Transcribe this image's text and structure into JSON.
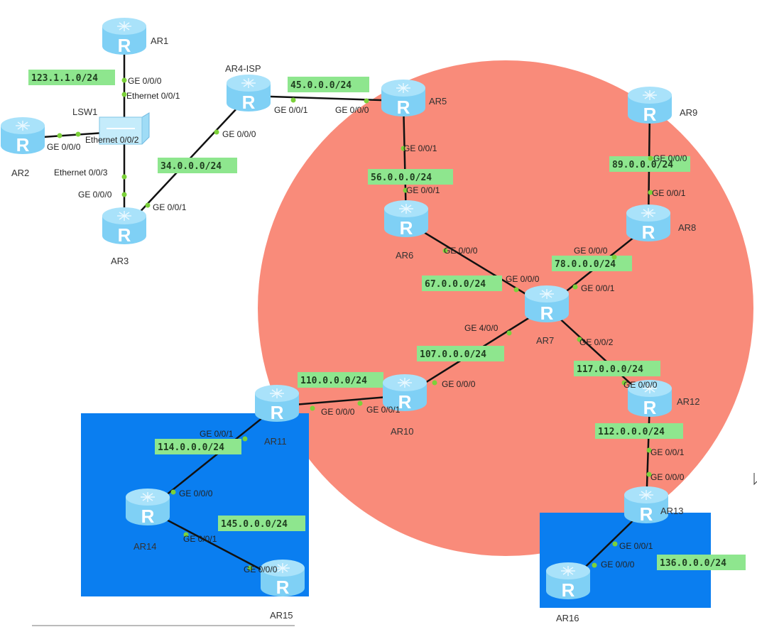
{
  "colors": {
    "zone_circle": "#f98b7a",
    "zone_box": "#0a7ef0",
    "link": "#111111",
    "port_dot": "#7cd13a",
    "network_label_bg": "#8ee68e",
    "router_body": "#7fd0f5"
  },
  "nodes": [
    {
      "id": "AR1",
      "label": "AR1",
      "type": "router"
    },
    {
      "id": "AR2",
      "label": "AR2",
      "type": "router"
    },
    {
      "id": "LSW1",
      "label": "LSW1",
      "type": "switch"
    },
    {
      "id": "AR3",
      "label": "AR3",
      "type": "router"
    },
    {
      "id": "AR4",
      "label": "AR4-ISP",
      "type": "router"
    },
    {
      "id": "AR5",
      "label": "AR5",
      "type": "router"
    },
    {
      "id": "AR6",
      "label": "AR6",
      "type": "router"
    },
    {
      "id": "AR7",
      "label": "AR7",
      "type": "router"
    },
    {
      "id": "AR8",
      "label": "AR8",
      "type": "router"
    },
    {
      "id": "AR9",
      "label": "AR9",
      "type": "router"
    },
    {
      "id": "AR10",
      "label": "AR10",
      "type": "router"
    },
    {
      "id": "AR11",
      "label": "AR11",
      "type": "router"
    },
    {
      "id": "AR12",
      "label": "AR12",
      "type": "router"
    },
    {
      "id": "AR13",
      "label": "AR13",
      "type": "router"
    },
    {
      "id": "AR14",
      "label": "AR14",
      "type": "router"
    },
    {
      "id": "AR15",
      "label": "AR15",
      "type": "router"
    },
    {
      "id": "AR16",
      "label": "AR16",
      "type": "router"
    }
  ],
  "links": [
    {
      "from": "AR1",
      "to": "LSW1",
      "ports": [
        "GE 0/0/0",
        "Ethernet 0/0/1"
      ],
      "network": "123.1.1.0/24"
    },
    {
      "from": "AR2",
      "to": "LSW1",
      "ports": [
        "GE 0/0/0",
        "Ethernet 0/0/2"
      ],
      "network": ""
    },
    {
      "from": "LSW1",
      "to": "AR3",
      "ports": [
        "Ethernet 0/0/3",
        "GE 0/0/0"
      ],
      "network": ""
    },
    {
      "from": "AR3",
      "to": "AR4",
      "ports": [
        "GE 0/0/1",
        "GE 0/0/0"
      ],
      "network": "34.0.0.0/24"
    },
    {
      "from": "AR4",
      "to": "AR5",
      "ports": [
        "GE 0/0/1",
        "GE 0/0/0"
      ],
      "network": "45.0.0.0/24"
    },
    {
      "from": "AR5",
      "to": "AR6",
      "ports": [
        "GE 0/0/1",
        "GE 0/0/1"
      ],
      "network": "56.0.0.0/24"
    },
    {
      "from": "AR6",
      "to": "AR7",
      "ports": [
        "GE 0/0/0",
        "GE 0/0/0"
      ],
      "network": "67.0.0.0/24"
    },
    {
      "from": "AR9",
      "to": "AR8",
      "ports": [
        "GE 0/0/0",
        "GE 0/0/1"
      ],
      "network": "89.0.0.0/24"
    },
    {
      "from": "AR8",
      "to": "AR7",
      "ports": [
        "GE 0/0/0",
        "GE 0/0/1"
      ],
      "network": "78.0.0.0/24"
    },
    {
      "from": "AR7",
      "to": "AR10",
      "ports": [
        "GE 4/0/0",
        "GE 0/0/0"
      ],
      "network": "107.0.0.0/24"
    },
    {
      "from": "AR7",
      "to": "AR12",
      "ports": [
        "GE 0/0/2",
        "GE 0/0/0"
      ],
      "network": "117.0.0.0/24"
    },
    {
      "from": "AR11",
      "to": "AR10",
      "ports": [
        "GE 0/0/0",
        "GE 0/0/1"
      ],
      "network": "110.0.0.0/24"
    },
    {
      "from": "AR12",
      "to": "AR13",
      "ports": [
        "GE 0/0/1",
        "GE 0/0/0"
      ],
      "network": "112.0.0.0/24"
    },
    {
      "from": "AR11",
      "to": "AR14",
      "ports": [
        "GE 0/0/1",
        "GE 0/0/0"
      ],
      "network": "114.0.0.0/24"
    },
    {
      "from": "AR14",
      "to": "AR15",
      "ports": [
        "GE 0/0/1",
        "GE 0/0/0"
      ],
      "network": "145.0.0.0/24"
    },
    {
      "from": "AR13",
      "to": "AR16",
      "ports": [
        "GE 0/0/1",
        "GE 0/0/0"
      ],
      "network": "136.0.0.0/24"
    }
  ]
}
